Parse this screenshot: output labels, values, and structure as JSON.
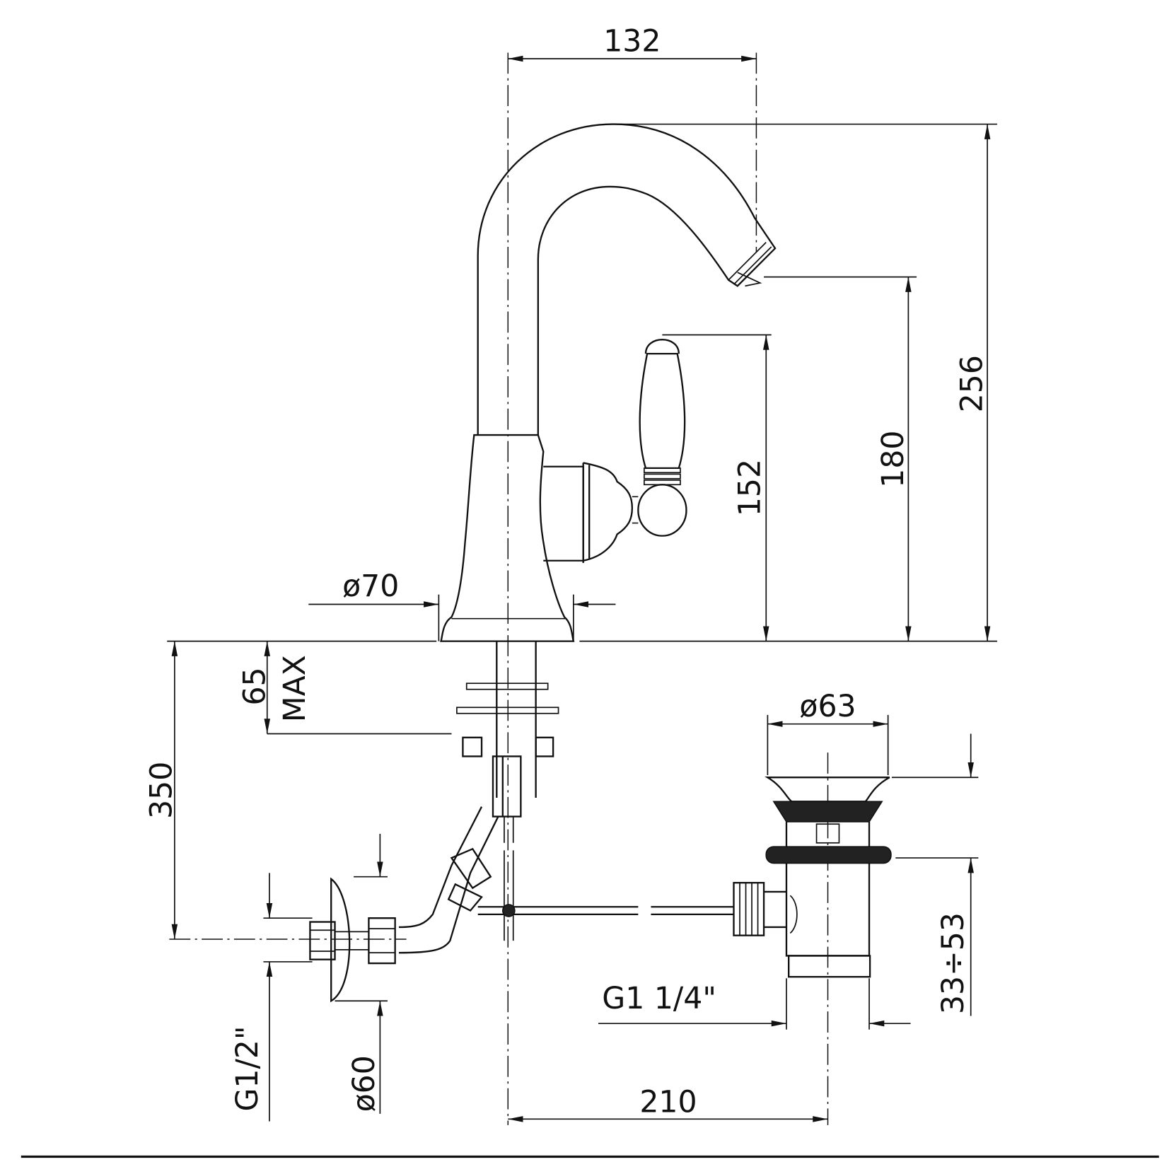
{
  "title": "Basin mixer technical drawing",
  "dimensions": {
    "spout_reach": "132",
    "total_height": "256",
    "spout_height": "180",
    "handle_height": "152",
    "base_diameter": "ø70",
    "deck_thickness": "65",
    "deck_thickness_suffix": "MAX",
    "connection_length": "350",
    "waste_diameter": "ø63",
    "waste_range": "33÷53",
    "waste_thread": "G1  1/4\"",
    "waste_distance": "210",
    "rosette_diameter": "ø60",
    "inlet_thread": "G1/2\""
  },
  "colors": {
    "line": "#111111",
    "background": "#ffffff"
  }
}
